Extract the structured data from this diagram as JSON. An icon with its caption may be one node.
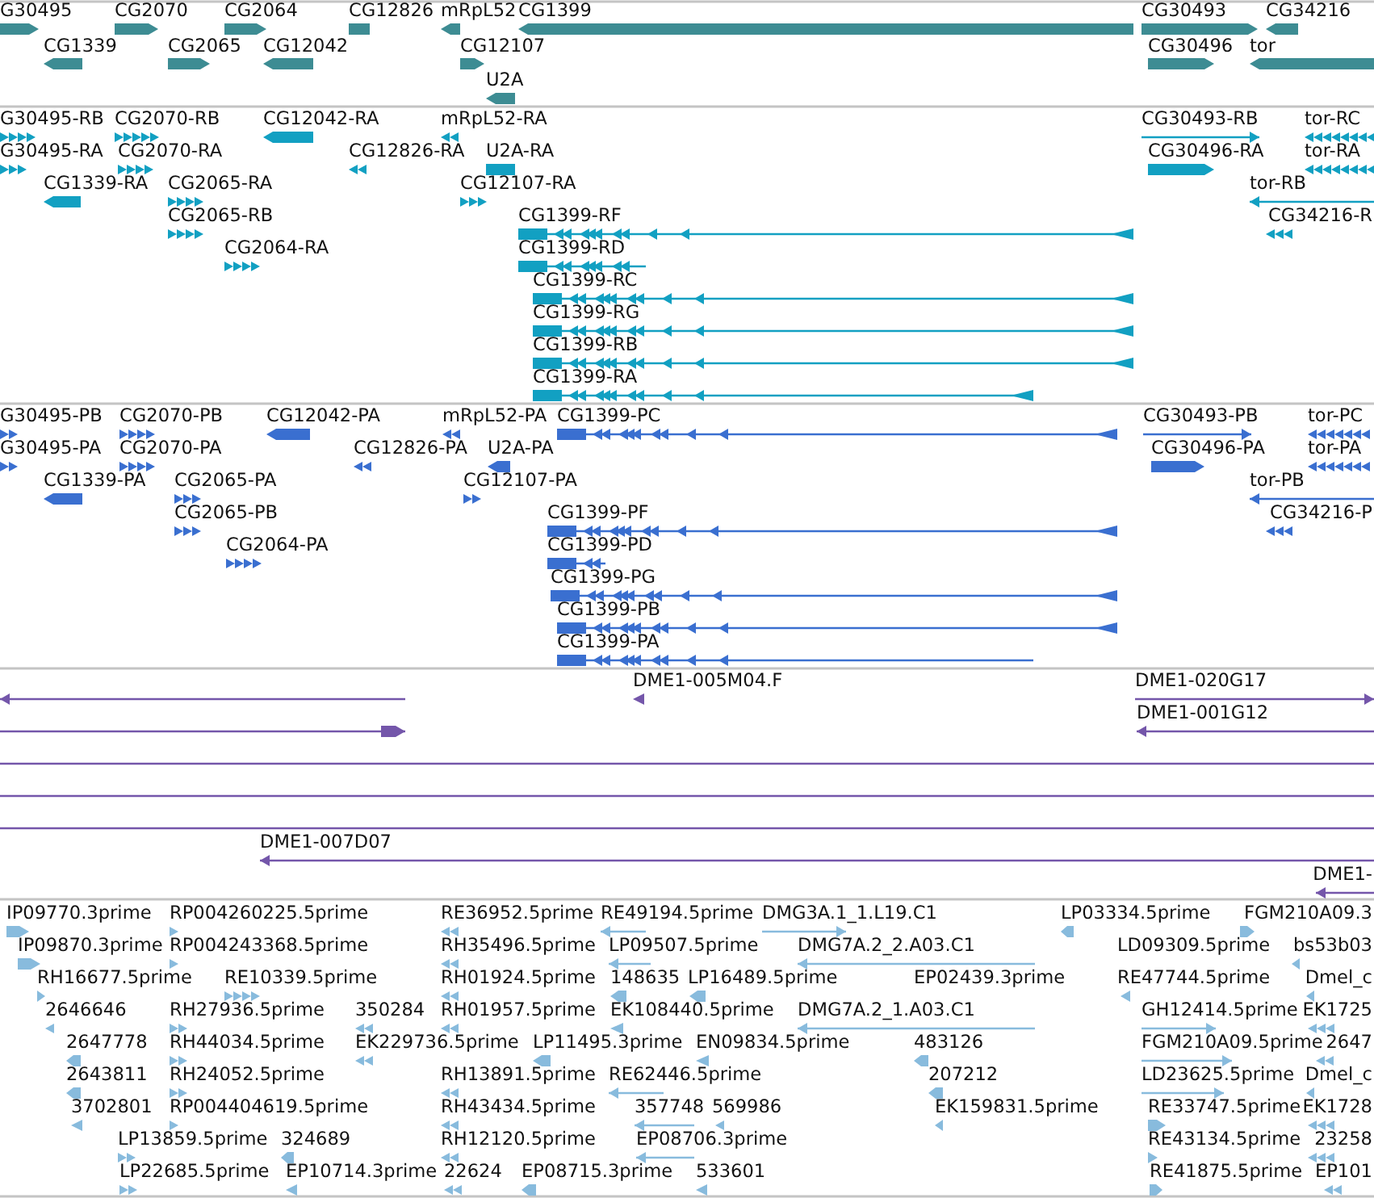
{
  "diagram": {
    "labels": [
      "G30495",
      "CG2070",
      "CG2064",
      "CG12826",
      "mRpL52",
      "CG1399",
      "CG30493",
      "CG34216",
      "CG1339",
      "CG2065",
      "CG12042",
      "CG12107",
      "CG30496",
      "tor",
      "U2A",
      "G30495-RB",
      "CG2070-RB",
      "CG12042-RA",
      "mRpL52-RA",
      "CG30493-RB",
      "tor-RC",
      "G30495-RA",
      "CG2070-RA",
      "CG12826-RA",
      "U2A-RA",
      "CG30496-RA",
      "tor-RA",
      "CG1339-RA",
      "CG2065-RA",
      "CG12107-RA",
      "tor-RB",
      "CG2065-RB",
      "CG1399-RF",
      "CG34216-R",
      "CG2064-RA",
      "CG1399-RD",
      "CG1399-RC",
      "CG1399-RG",
      "CG1399-RB",
      "CG1399-RA",
      "G30495-PB",
      "CG2070-PB",
      "CG12042-PA",
      "mRpL52-PA",
      "CG1399-PC",
      "CG30493-PB",
      "tor-PC",
      "G30495-PA",
      "CG2070-PA",
      "CG12826-PA",
      "U2A-PA",
      "CG30496-PA",
      "tor-PA",
      "CG1339-PA",
      "CG2065-PA",
      "CG12107-PA",
      "tor-PB",
      "CG2065-PB",
      "CG1399-PF",
      "CG34216-P",
      "CG2064-PA",
      "CG1399-PD",
      "CG1399-PG",
      "CG1399-PB",
      "CG1399-PA",
      "DME1-005M04.F",
      "DME1-020G17",
      "DME1-001G12",
      "DME1-007D07",
      "DME1-",
      "IP09770.3prime",
      "RP004260225.5prime",
      "RE36952.5prime",
      "RE49194.5prime",
      "DMG3A.1_1.L19.C1",
      "LP03334.5prime",
      "FGM210A09.3",
      "IP09870.3prime",
      "RP004243368.5prime",
      "RH35496.5prime",
      "LP09507.5prime",
      "DMG7A.2_2.A03.C1",
      "LD09309.5prime",
      "bs53b03",
      "RH16677.5prime",
      "RE10339.5prime",
      "RH01924.5prime",
      "148635",
      "LP16489.5prime",
      "EP02439.3prime",
      "RE47744.5prime",
      "Dmel_c",
      "2646646",
      "RH27936.5prime",
      "350284",
      "RH01957.5prime",
      "EK108440.5prime",
      "DMG7A.2_1.A03.C1",
      "GH12414.5prime",
      "EK1725",
      "2647778",
      "RH44034.5prime",
      "EK229736.5prime",
      "LP11495.3prime",
      "EN09834.5prime",
      "483126",
      "FGM210A09.5prime",
      "2647",
      "2643811",
      "RH24052.5prime",
      "RH13891.5prime",
      "RE62446.5prime",
      "207212",
      "LD23625.5prime",
      "Dmel_c",
      "3702801",
      "RP004404619.5prime",
      "RH43434.5prime",
      "357748",
      "569986",
      "EK159831.5prime",
      "RE33747.5prime",
      "EK1728",
      "LP13859.5prime",
      "324689",
      "RH12120.5prime",
      "EP08706.3prime",
      "RE43134.5prime",
      "23258",
      "LP22685.5prime",
      "EP10714.3prime",
      "22624",
      "EP08715.3prime",
      "533601",
      "RE41875.5prime",
      "EP101"
    ]
  }
}
